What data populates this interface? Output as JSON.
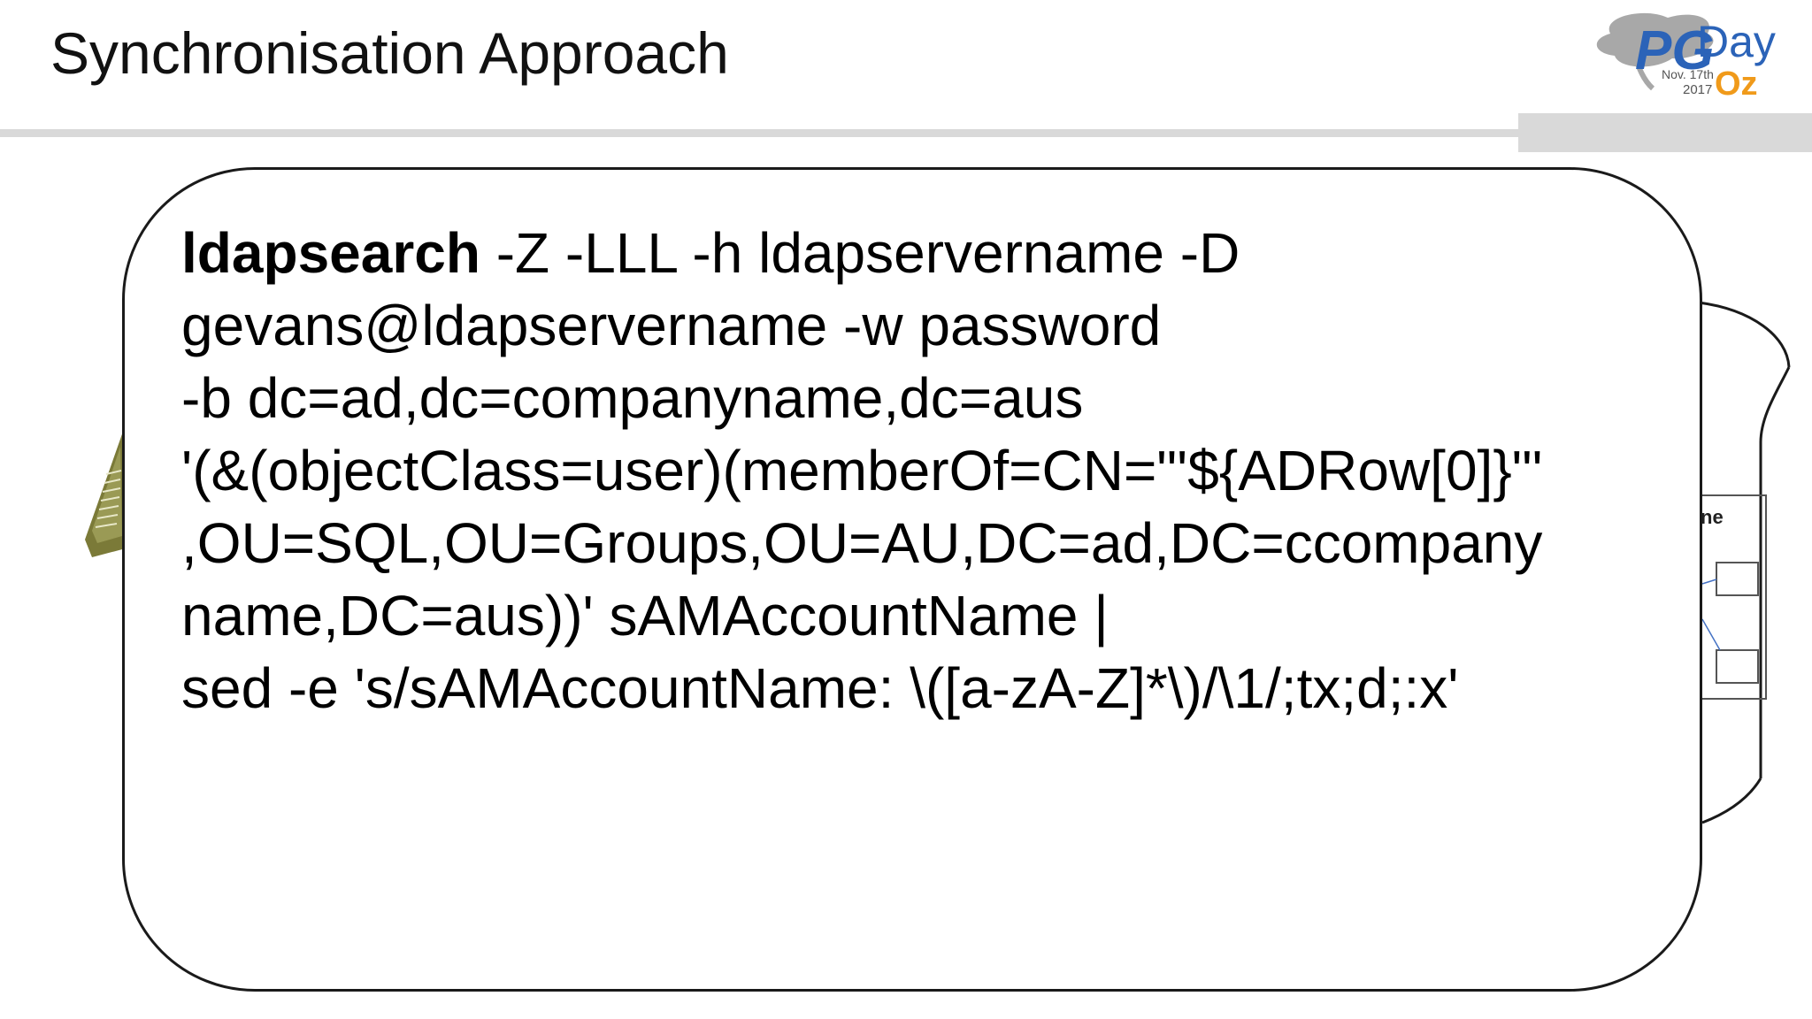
{
  "slide": {
    "title": "Synchronisation Approach"
  },
  "logo": {
    "pg": "PG",
    "day": "Day",
    "date": "Nov. 17th",
    "year": "2017",
    "oz": "Oz"
  },
  "background_peek": {
    "text": "ne"
  },
  "code": {
    "command": "ldapsearch",
    "line1_rest": " -Z -LLL -h ldapservername -D",
    "line2": "gevans@ldapservername -w password",
    "line3": "-b dc=ad,dc=companyname,dc=aus",
    "line4": "'(&(objectClass=user)(memberOf=CN=\"'${ADRow[0]}\"'",
    "line5": ",OU=SQL,OU=Groups,OU=AU,DC=ad,DC=ccompany",
    "line6": "name,DC=aus))' sAMAccountName |",
    "line7": "sed -e 's/sAMAccountName: \\([a-zA-Z]*\\)/\\1/;tx;d;:x'"
  },
  "colors": {
    "rule": "#d9d9d9",
    "logo_blue": "#2b63b8",
    "logo_orange": "#f09a1a"
  }
}
